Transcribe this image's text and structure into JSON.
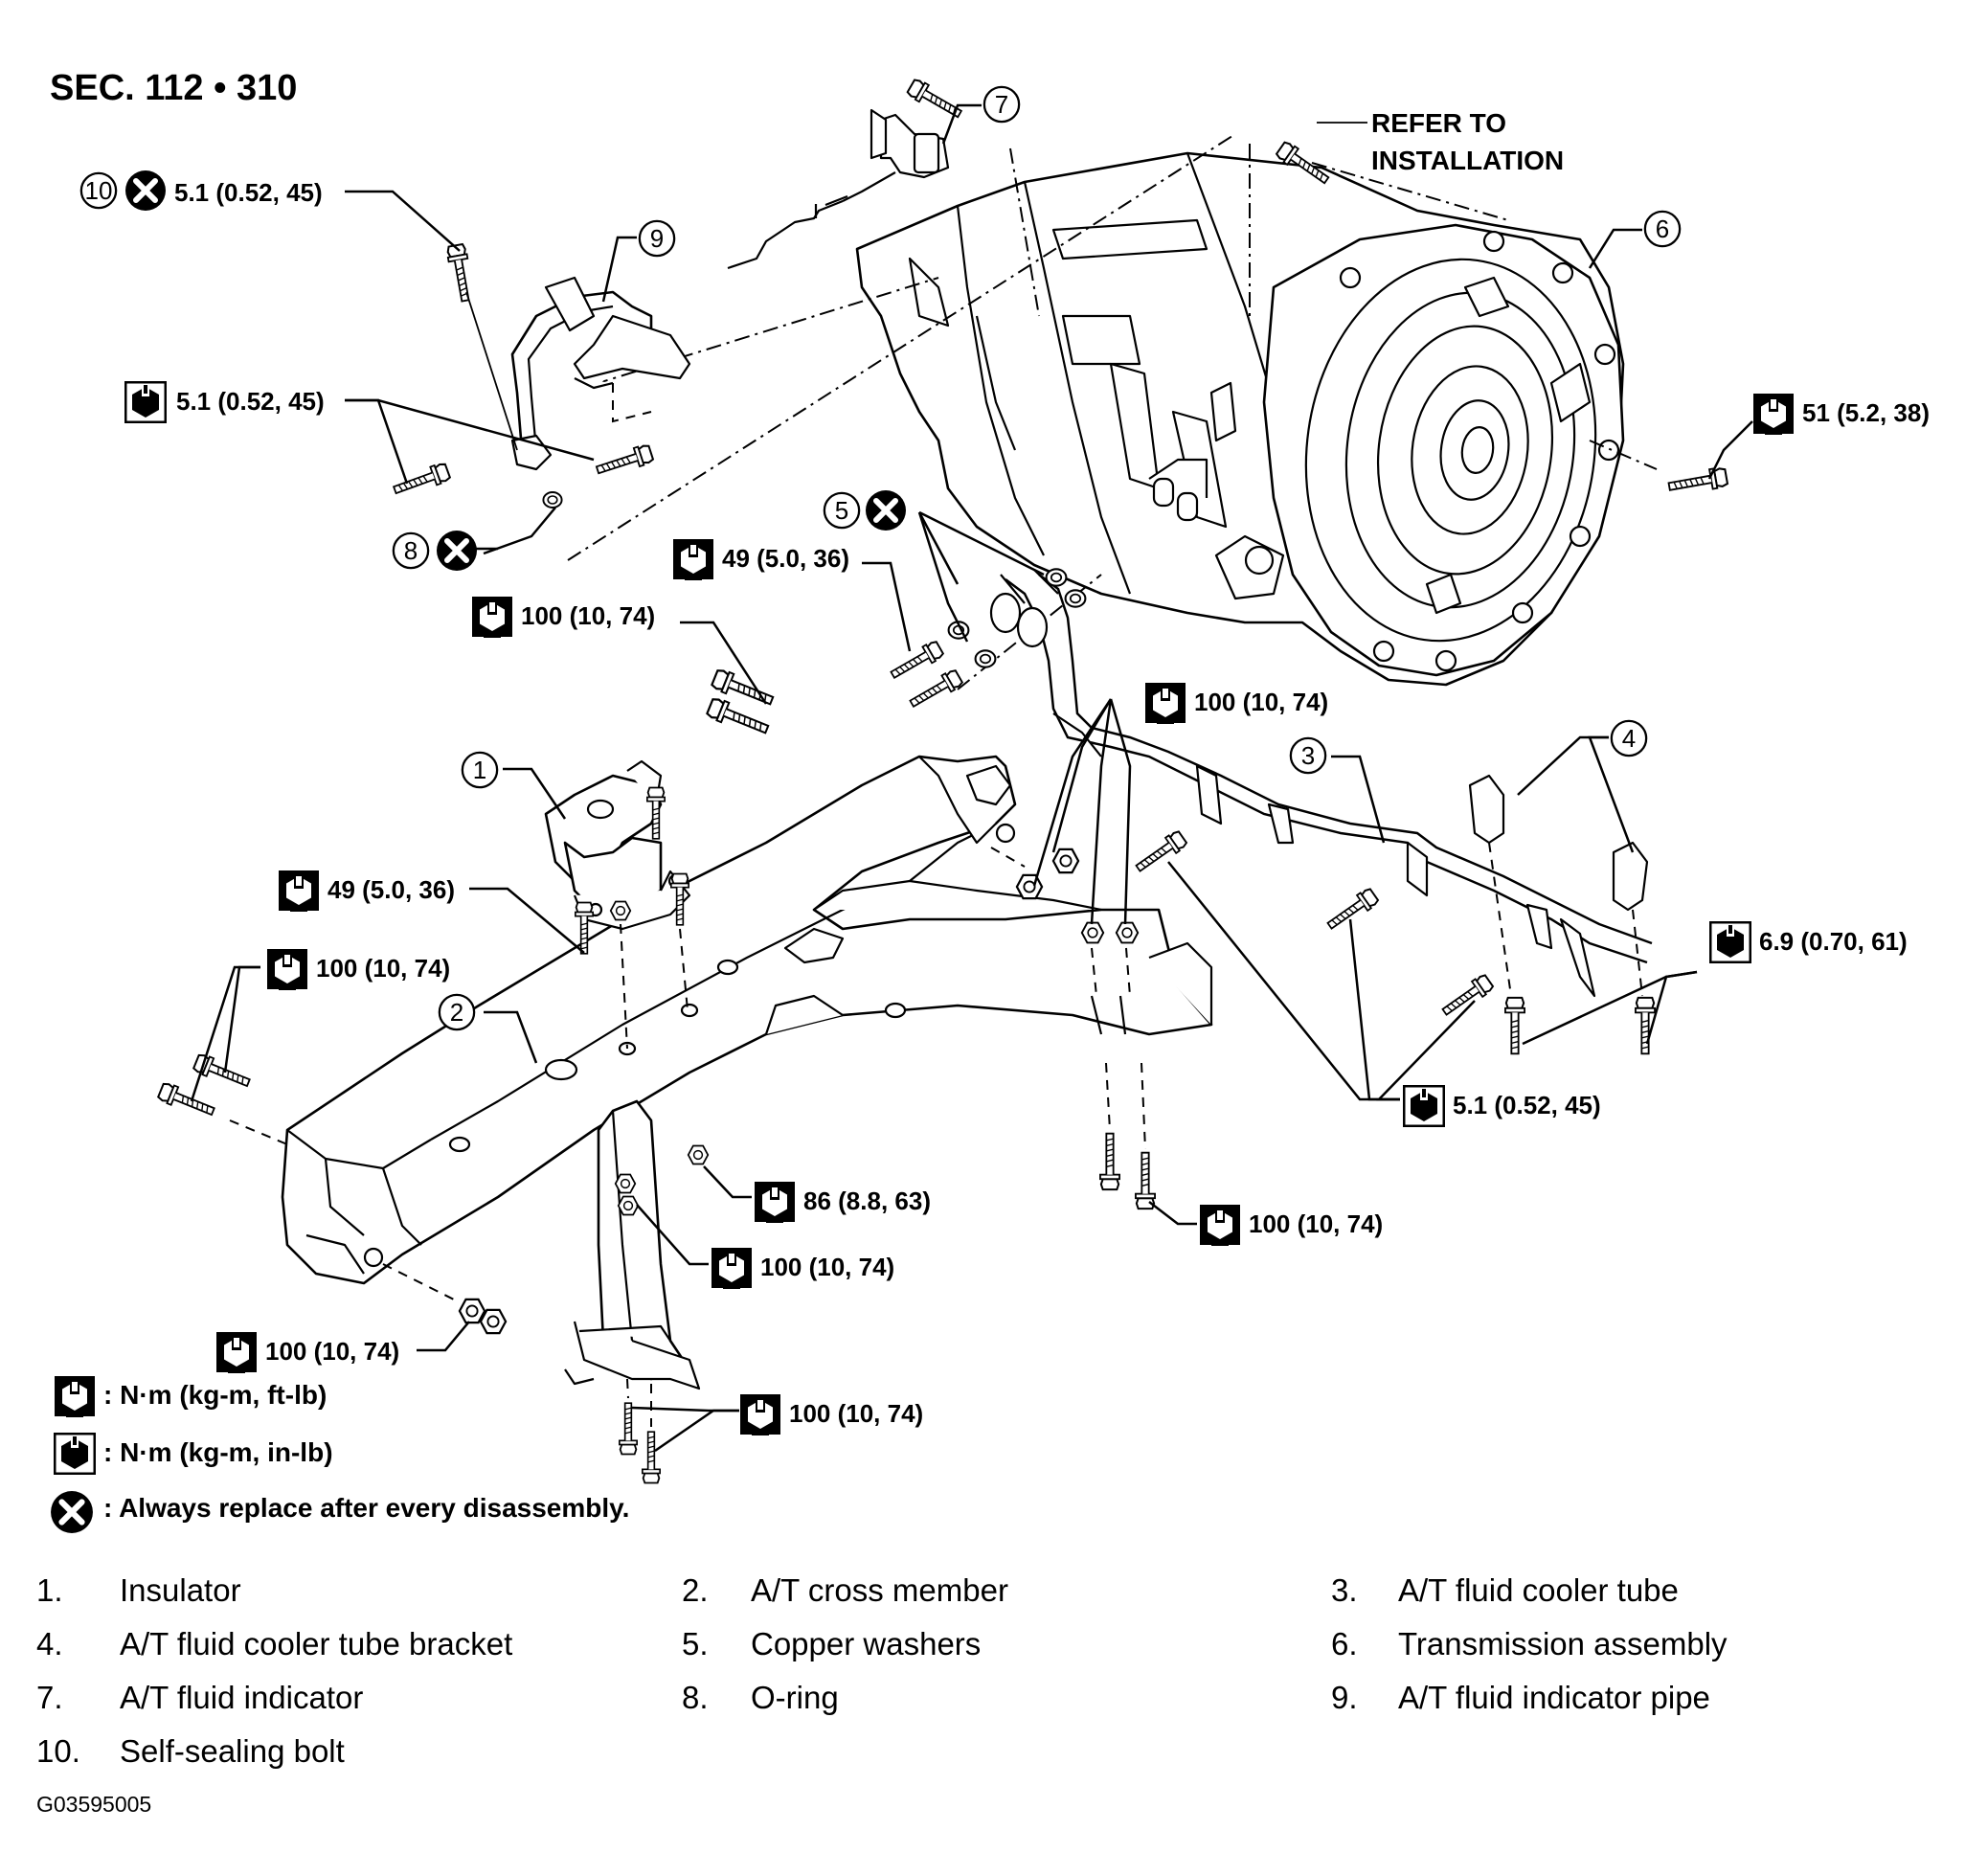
{
  "section_title": "SEC. 112 • 310",
  "refer_note": [
    "REFER TO",
    "INSTALLATION"
  ],
  "torque_labels": {
    "t_bolt10": "5.1 (0.52, 45)",
    "t_pipe_bracket": "5.1 (0.52, 45)",
    "t_converter": "51 (5.2, 38)",
    "t_cooler_bolts": "49 (5.0, 36)",
    "t_crossmember_long": "100 (10, 74)",
    "t_center_nuts": "100 (10, 74)",
    "t_insulator": "49 (5.0, 36)",
    "t_left_bolts": "100 (10, 74)",
    "t_bracket_bolts": "6.9 (0.70, 61)",
    "t_tube_clips": "5.1 (0.52, 45)",
    "t_lower_bolt": "86 (8.8, 63)",
    "t_center_nut": "100 (10, 74)",
    "t_right_lower": "100 (10, 74)",
    "t_left_nut": "100 (10, 74)",
    "t_bottom_bolts": "100 (10, 74)"
  },
  "callouts": [
    "1",
    "2",
    "3",
    "4",
    "5",
    "6",
    "7",
    "8",
    "9",
    "10"
  ],
  "legend": [
    {
      "icon": "torque-open-icon",
      "text": ": N·m (kg-m, ft-lb)"
    },
    {
      "icon": "torque-filled-icon",
      "text": ": N·m (kg-m, in-lb)"
    },
    {
      "icon": "replace-x-icon",
      "text": ": Always replace after every disassembly."
    }
  ],
  "parts": [
    {
      "num": "1.",
      "name": "Insulator"
    },
    {
      "num": "2.",
      "name": "A/T cross member"
    },
    {
      "num": "3.",
      "name": "A/T fluid cooler tube"
    },
    {
      "num": "4.",
      "name": "A/T fluid cooler tube bracket"
    },
    {
      "num": "5.",
      "name": "Copper washers"
    },
    {
      "num": "6.",
      "name": "Transmission assembly"
    },
    {
      "num": "7.",
      "name": "A/T fluid indicator"
    },
    {
      "num": "8.",
      "name": "O-ring"
    },
    {
      "num": "9.",
      "name": "A/T fluid indicator pipe"
    },
    {
      "num": "10.",
      "name": "Self-sealing bolt"
    }
  ],
  "figure_code": "G03595005"
}
